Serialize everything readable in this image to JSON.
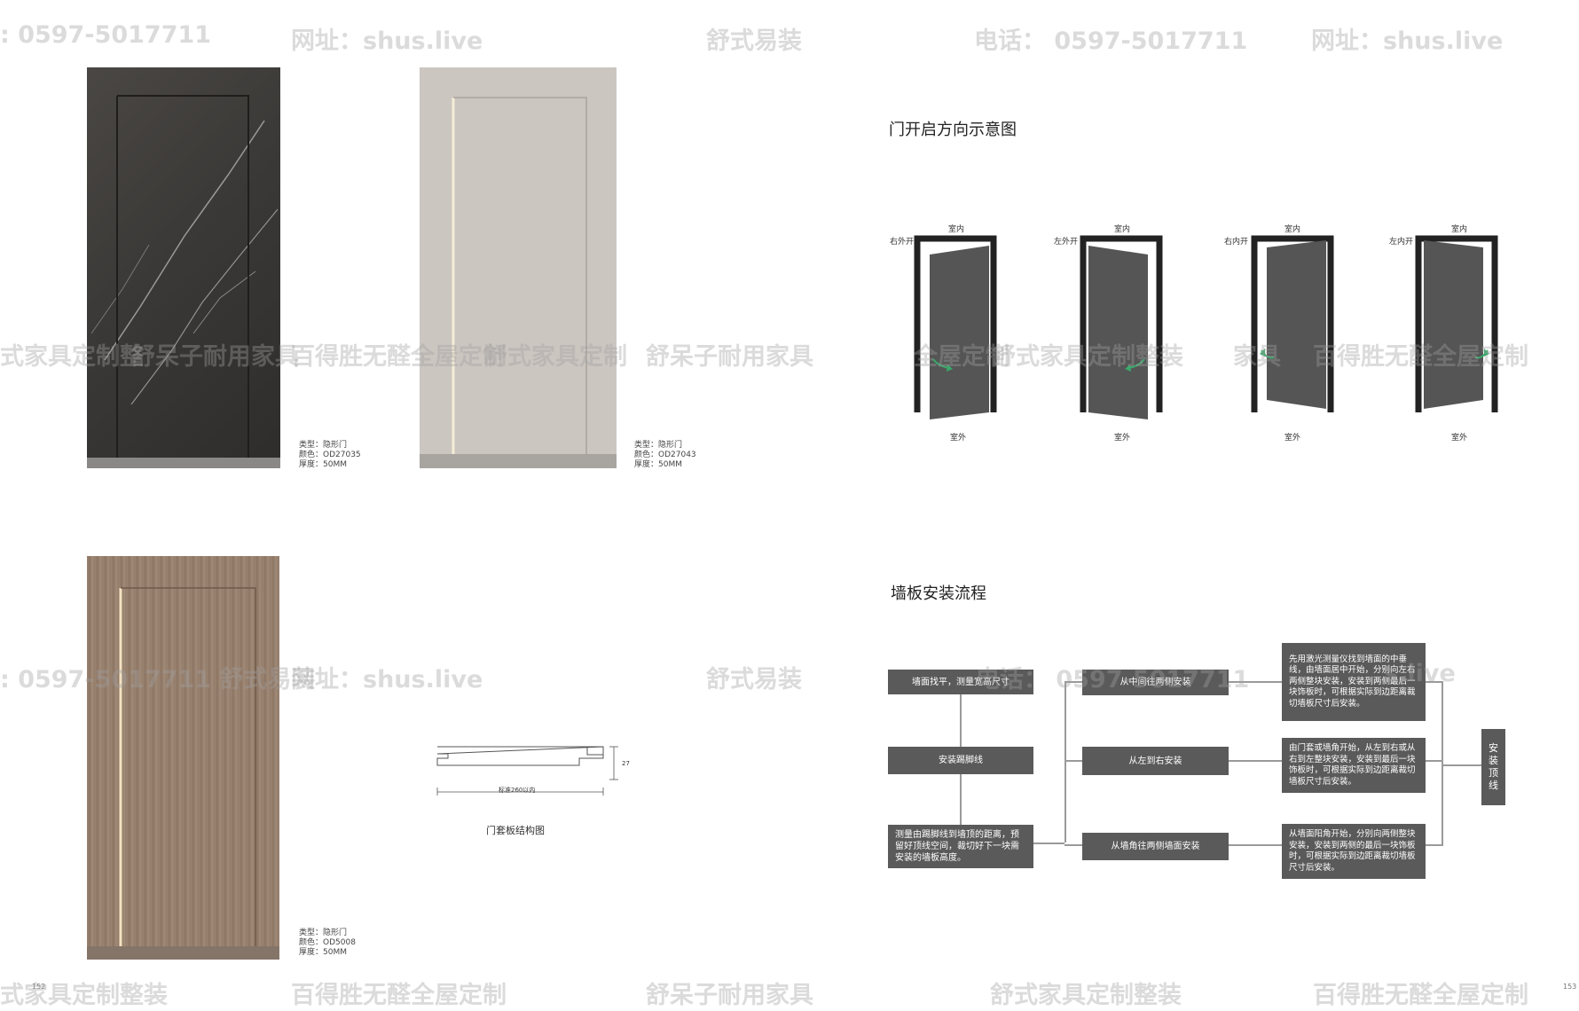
{
  "watermarks": {
    "top": [
      ": 0597-5017711",
      "网址：shus.live",
      "舒式易装",
      "电话： 0597-5017711",
      "网址：shus.live"
    ],
    "middle": [
      "式家具定制整",
      "舒呆子耐用家具",
      "百得胜无醛全屋定制",
      "舒式家具定制",
      "舒呆子耐用家具",
      "全屋定制",
      "舒式家具定制整装",
      "家具",
      "百得胜无醛全屋定制"
    ],
    "lower": [
      ": 0597-5017711 舒式易装",
      "网址：shus.live",
      "舒式易装",
      "电话： 0597-5017711",
      "s.live"
    ],
    "bottom": [
      "式家具定制整装",
      "百得胜无醛全屋定制",
      "舒呆子耐用家具",
      "舒式家具定制整装",
      "百得胜无醛全屋定制"
    ]
  },
  "products": [
    {
      "type": "类型：隐形门",
      "color": "颜色：OD27035",
      "thickness": "厚度：50MM"
    },
    {
      "type": "类型：隐形门",
      "color": "颜色：OD27043",
      "thickness": "厚度：50MM"
    },
    {
      "type": "类型：隐形门",
      "color": "颜色：OD5008",
      "thickness": "厚度：50MM"
    }
  ],
  "profile": {
    "width_label": "标准260以内",
    "height_label": "27",
    "caption": "门套板结构图"
  },
  "door_section": {
    "title": "门开启方向示意图",
    "doors": [
      {
        "name": "右外开",
        "inside": "室内",
        "outside": "室外"
      },
      {
        "name": "左外开",
        "inside": "室内",
        "outside": "室外"
      },
      {
        "name": "右内开",
        "inside": "室内",
        "outside": "室外"
      },
      {
        "name": "左内开",
        "inside": "室内",
        "outside": "室外"
      }
    ],
    "arrow_color": "#3aa86b"
  },
  "install": {
    "title": "墙板安装流程",
    "steps": [
      "墙面找平，测量宽高尺寸",
      "安装踢脚线",
      "测量由踢脚线到墙顶的距离，预留好顶线空间，裁切好下一块需安装的墙板高度。"
    ],
    "methods": [
      "从中间往两侧安装",
      "从左到右安装",
      "从墙角往两侧墙面安装"
    ],
    "notes": [
      "先用激光测量仪找到墙面的中垂线，由墙面居中开始，分别向左右两侧整块安装，安装到两侧最后一块饰板时，可根据实际到边距离裁切墙板尺寸后安装。",
      "由门套或墙角开始，从左到右或从右到左整块安装，安装到最后一块饰板时，可根据实际到边距离裁切墙板尺寸后安装。",
      "从墙面阳角开始，分别向两侧整块安装，安装到两侧的最后一块饰板时，可根据实际到边距离裁切墙板尺寸后安装。"
    ],
    "final": "安装顶线"
  },
  "page_numbers": {
    "left": "152",
    "right": "153"
  }
}
